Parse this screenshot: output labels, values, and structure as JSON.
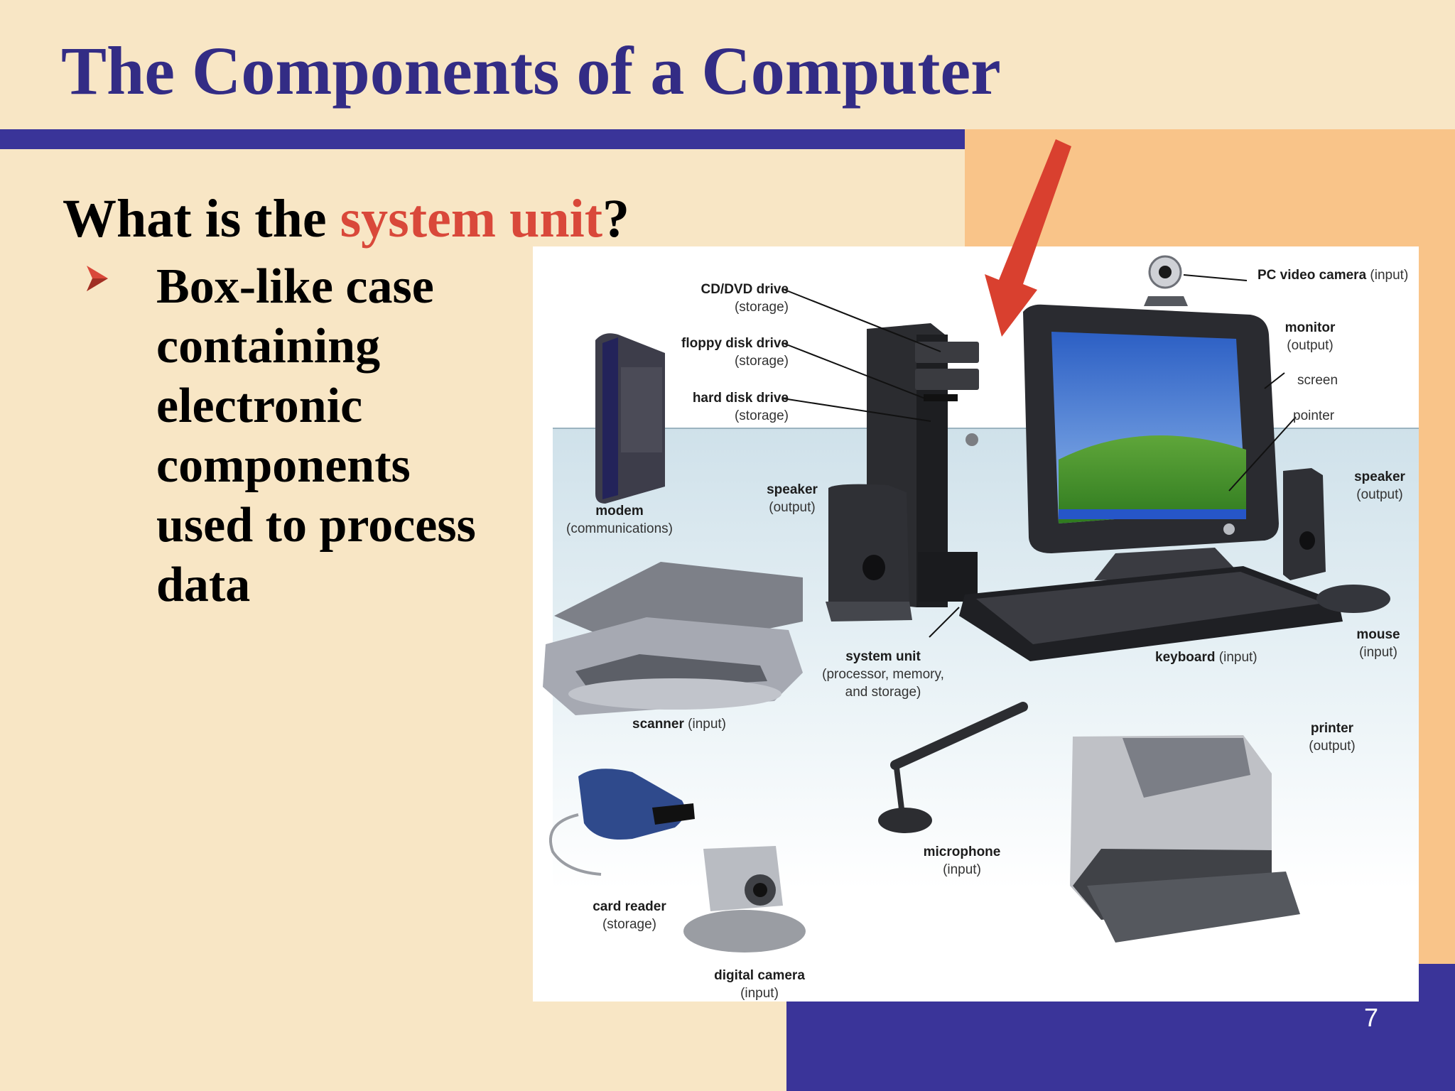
{
  "slide": {
    "title": "The Components of a Computer",
    "page_number": "7"
  },
  "question": {
    "prefix": "What is the ",
    "highlight": "system unit",
    "suffix": "?"
  },
  "bullet": {
    "lines": [
      "Box-like case",
      "containing",
      "electronic",
      "components",
      "used to process",
      "data"
    ]
  },
  "figure": {
    "labels": {
      "cd_dvd": {
        "name": "CD/DVD drive",
        "sub": "(storage)"
      },
      "floppy": {
        "name": "floppy disk drive",
        "sub": "(storage)"
      },
      "hard_disk": {
        "name": "hard disk drive",
        "sub": "(storage)"
      },
      "speaker_left": {
        "name": "speaker",
        "sub": "(output)"
      },
      "modem": {
        "name": "modem",
        "sub": "(communications)"
      },
      "camera": {
        "name": "PC video camera",
        "sub": "(input)"
      },
      "monitor": {
        "name": "monitor",
        "sub": "(output)"
      },
      "screen": {
        "name": "screen"
      },
      "pointer": {
        "name": "pointer"
      },
      "speaker_right": {
        "name": "speaker",
        "sub": "(output)"
      },
      "system_unit": {
        "name": "system unit",
        "sub1": "(processor, memory,",
        "sub2": "and storage)"
      },
      "keyboard": {
        "name": "keyboard",
        "sub": "(input)"
      },
      "mouse": {
        "name": "mouse",
        "sub": "(input)"
      },
      "scanner": {
        "name": "scanner",
        "sub": "(input)"
      },
      "printer": {
        "name": "printer",
        "sub": "(output)"
      },
      "microphone": {
        "name": "microphone",
        "sub": "(input)"
      },
      "card_reader": {
        "name": "card reader",
        "sub": "(storage)"
      },
      "digital_camera": {
        "name": "digital camera",
        "sub": "(input)"
      }
    }
  },
  "colors": {
    "background": "#f8e6c5",
    "title": "#332c85",
    "band": "#3a3499",
    "accent_block": "#f9c489",
    "highlight": "#d9483a",
    "arrow": "#d9402f"
  }
}
